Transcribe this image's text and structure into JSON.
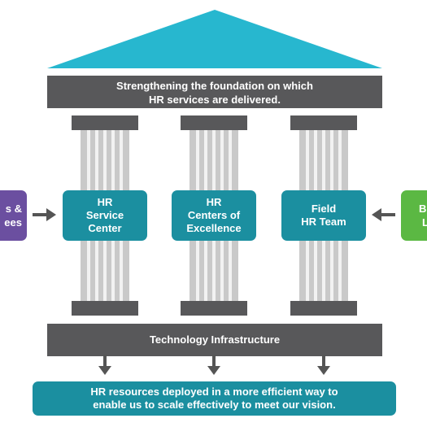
{
  "roof": {
    "color": "#27b7cf"
  },
  "banner": {
    "line1": "Strengthening the foundation on which",
    "line2": "HR services are delivered."
  },
  "pillars": [
    {
      "line1": "HR",
      "line2": "Service",
      "line3": "Center"
    },
    {
      "line1": "HR",
      "line2": "Centers of",
      "line3": "Excellence"
    },
    {
      "line1": "Field",
      "line2": "HR Team"
    }
  ],
  "left_box": {
    "line1": "s &",
    "line2": "ees",
    "color": "#6b4fa0"
  },
  "right_box": {
    "line1": "B",
    "line2": "L",
    "color": "#5bb843"
  },
  "base": {
    "label": "Technology Infrastructure"
  },
  "bottom": {
    "line1": "HR resources deployed in a more efficient way to",
    "line2": "enable us to scale effectively to meet our vision."
  },
  "colors": {
    "teal": "#1b8fa0",
    "dark": "#58585a",
    "column": "#c9c9c9",
    "arrow": "#555555"
  }
}
